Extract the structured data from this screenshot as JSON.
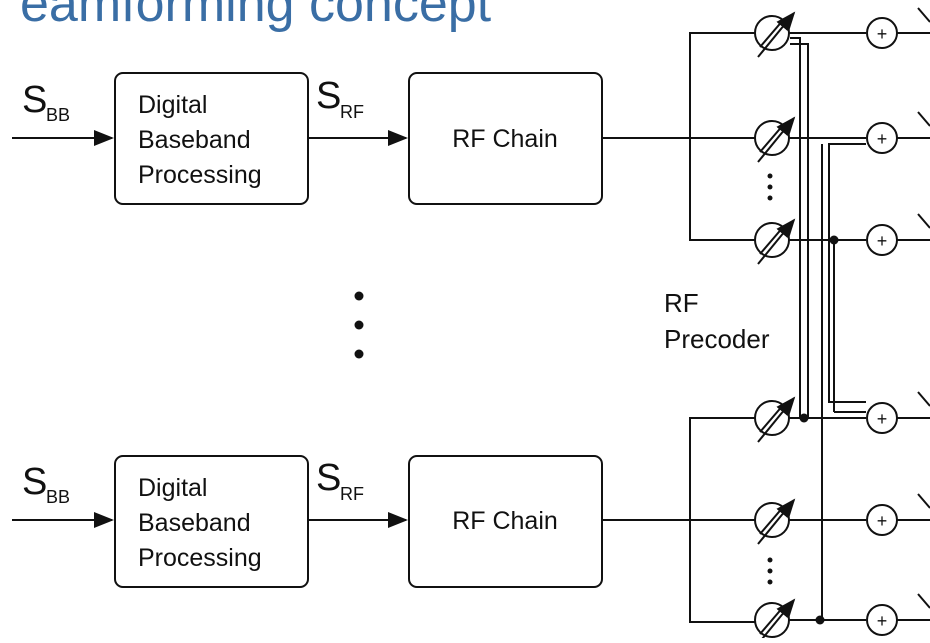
{
  "title": "eamforming concept",
  "branches": [
    {
      "input_symbol": "S",
      "input_subscript": "BB",
      "baseband_block": [
        "Digital",
        "Baseband",
        "Processing"
      ],
      "rf_symbol": "S",
      "rf_subscript": "RF",
      "rf_chain_label": "RF Chain"
    },
    {
      "input_symbol": "S",
      "input_subscript": "BB",
      "baseband_block": [
        "Digital",
        "Baseband",
        "Processing"
      ],
      "rf_symbol": "S",
      "rf_subscript": "RF",
      "rf_chain_label": "RF Chain"
    }
  ],
  "precoder_label": [
    "RF",
    "Precoder"
  ],
  "combiner_symbol": "+",
  "colors": {
    "title": "#3a6ea5",
    "stroke": "#111111"
  },
  "icons": [
    "phase-shifter-icon",
    "combiner-icon",
    "vertical-ellipsis-icon"
  ]
}
